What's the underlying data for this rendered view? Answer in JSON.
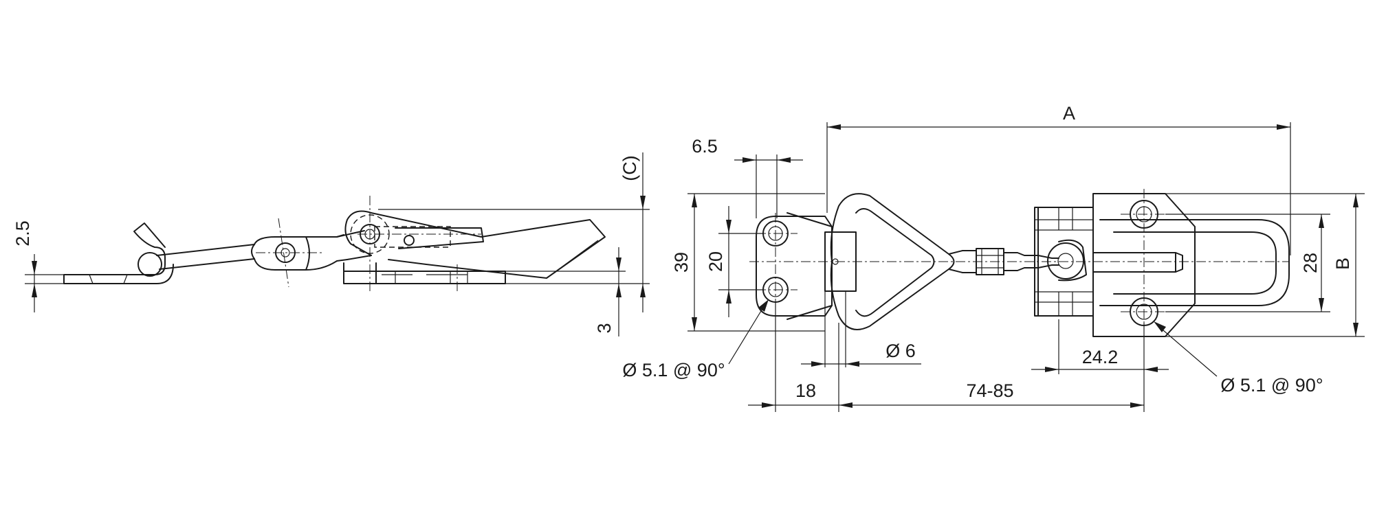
{
  "side_view": {
    "dim_2_5": "2.5",
    "dim_c": "(C)",
    "dim_3": "3"
  },
  "top_view": {
    "dim_a": "A",
    "dim_6_5": "6.5",
    "dim_39": "39",
    "dim_20": "20",
    "dim_28": "28",
    "dim_b": "B",
    "dim_dia6": "Ø 6",
    "dim_24_2": "24.2",
    "dim_18": "18",
    "dim_74_85": "74-85",
    "hole_left": "Ø 5.1 @ 90°",
    "hole_right": "Ø 5.1 @ 90°"
  }
}
